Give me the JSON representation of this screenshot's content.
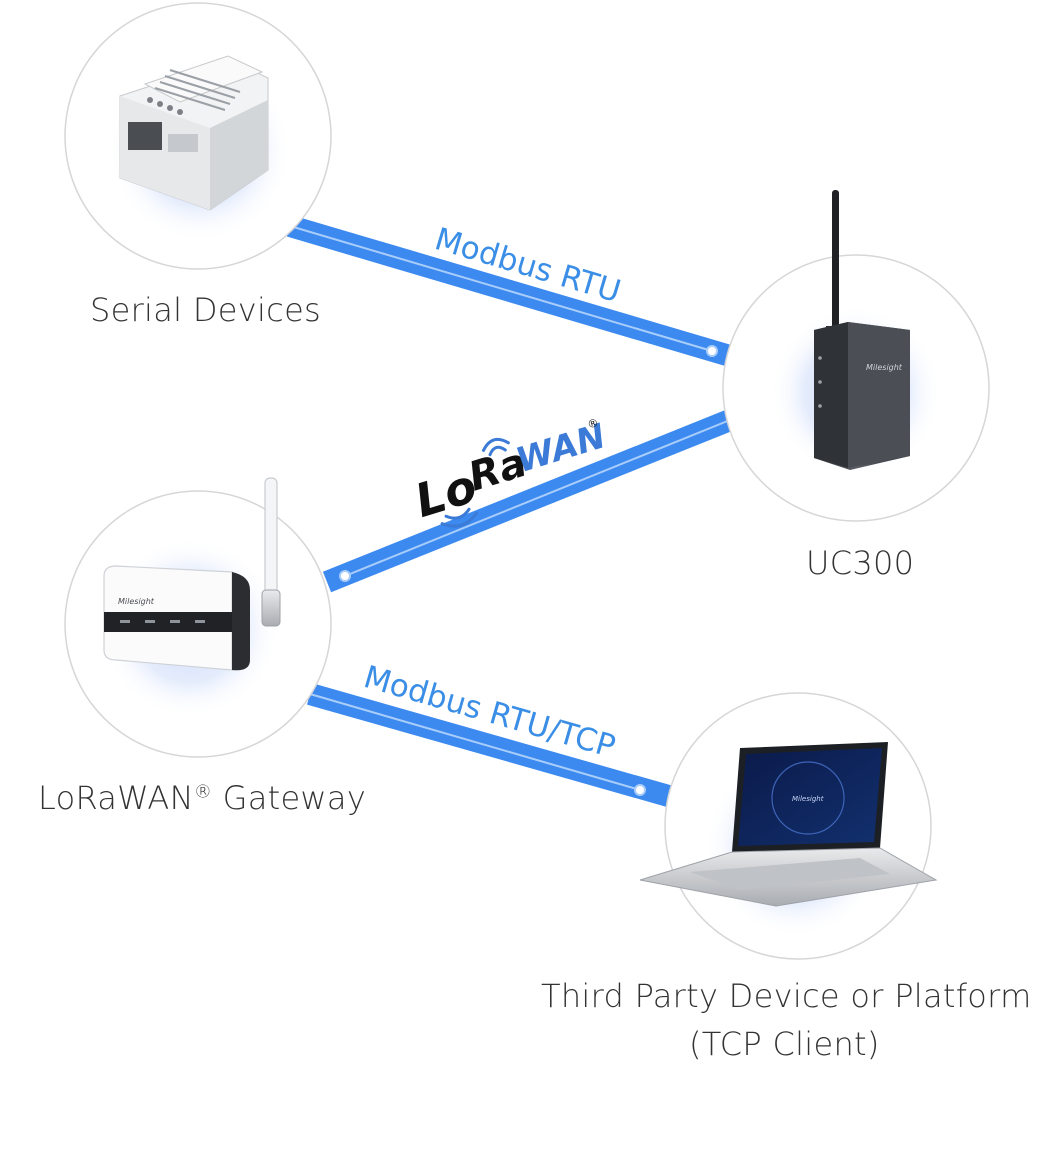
{
  "nodes": {
    "serial_devices": {
      "label": "Serial Devices"
    },
    "uc300": {
      "label": "UC300"
    },
    "gateway": {
      "label_main": "LoRaWAN",
      "label_reg": "®",
      "label_rest": " Gateway"
    },
    "third_party": {
      "label_line1": "Third Party Device or Platform",
      "label_line2": "(TCP Client)"
    }
  },
  "links": {
    "modbus_rtu": "Modbus RTU",
    "modbus_rtu_tcp": "Modbus RTU/TCP",
    "lorawan_logo": {
      "part_lo": "Lo",
      "part_ra": "Ra",
      "part_wan": "WAN",
      "reg": "®"
    }
  },
  "device_branding": {
    "brand": "Milesight"
  },
  "colors": {
    "link_blue": "#3c8af0",
    "label_blue": "#3a8ee6",
    "circle_border": "#d6d6d6",
    "halo": "#e3ecfb"
  }
}
